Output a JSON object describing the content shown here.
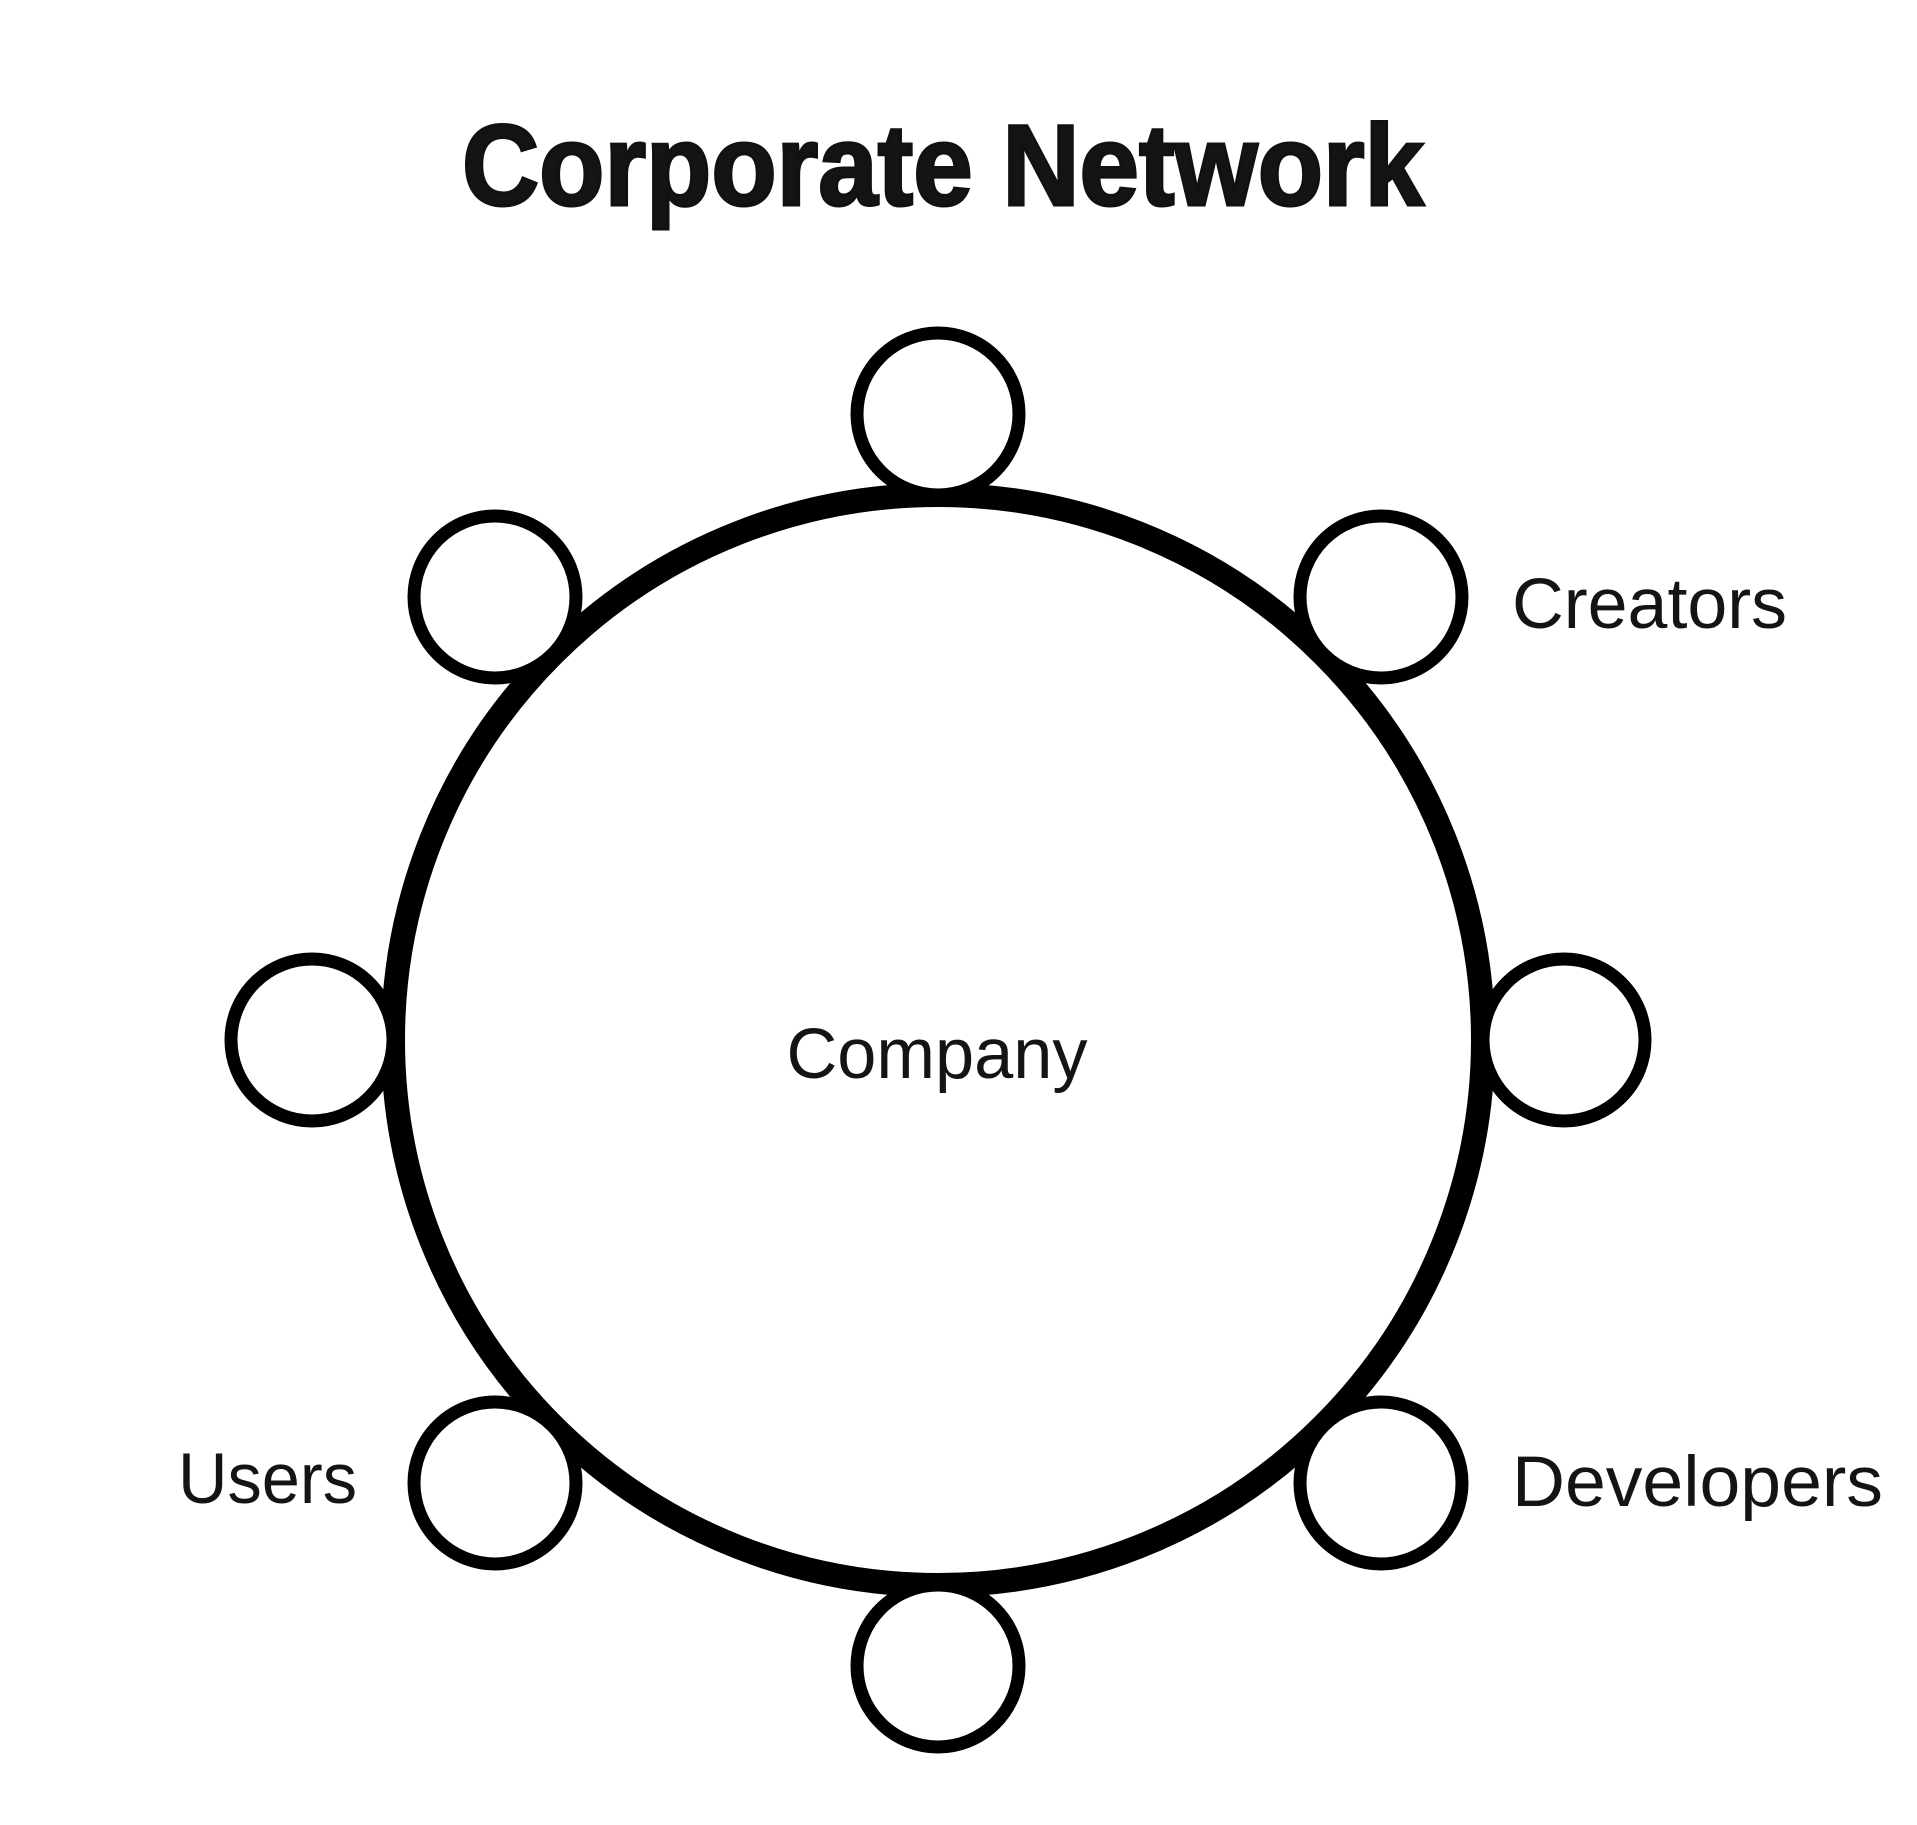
{
  "title": "Corporate Network",
  "diagram": {
    "hub": {
      "label": "Company"
    },
    "satellites": [
      {
        "position": "top",
        "label": ""
      },
      {
        "position": "top-right",
        "label": "Creators"
      },
      {
        "position": "right",
        "label": ""
      },
      {
        "position": "bottom-right",
        "label": "Developers"
      },
      {
        "position": "bottom",
        "label": ""
      },
      {
        "position": "bottom-left",
        "label": "Users"
      },
      {
        "position": "left",
        "label": ""
      },
      {
        "position": "top-left",
        "label": ""
      }
    ],
    "colors": {
      "line": "#000000",
      "text": "#141414",
      "background": "#ffffff"
    }
  }
}
